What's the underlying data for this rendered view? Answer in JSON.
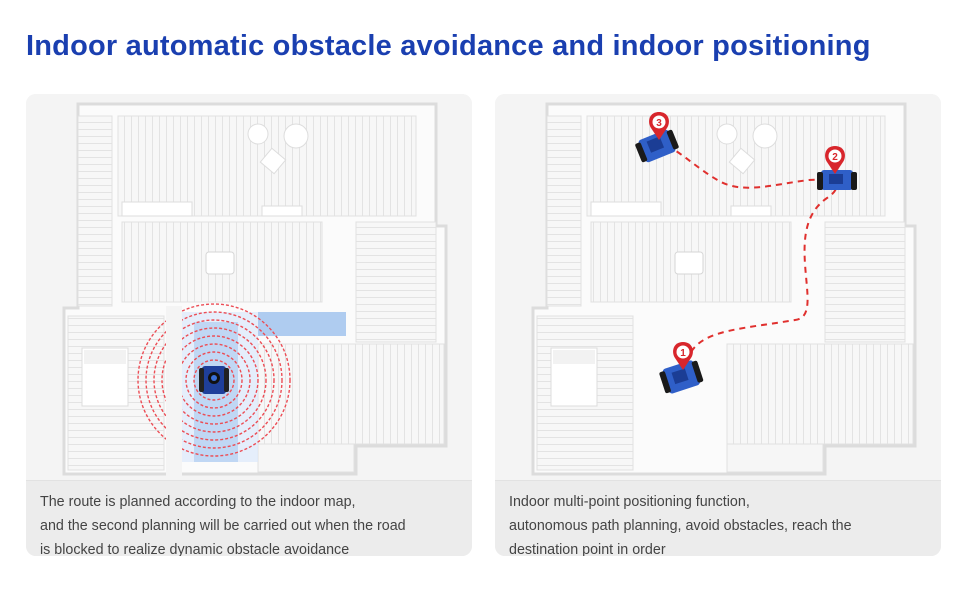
{
  "header": {
    "title": "Indoor automatic obstacle avoidance and indoor positioning"
  },
  "panels": [
    {
      "caption_lines": [
        "The route is planned according to the indoor map,",
        "and the second planning will be carried out when the road",
        "is blocked to realize dynamic obstacle avoidance"
      ]
    },
    {
      "caption_lines": [
        "Indoor multi-point positioning function,",
        "autonomous path planning, avoid obstacles, reach the",
        "destination point in order"
      ],
      "markers": [
        "1",
        "2",
        "3"
      ]
    }
  ],
  "colors": {
    "title": "#1a3fb0",
    "path": "#e0302e",
    "marker": "#d8262c",
    "scan_red": "#ec4d55",
    "scan_blue": "#8fb7ec",
    "robot": "#2f5fc8"
  }
}
